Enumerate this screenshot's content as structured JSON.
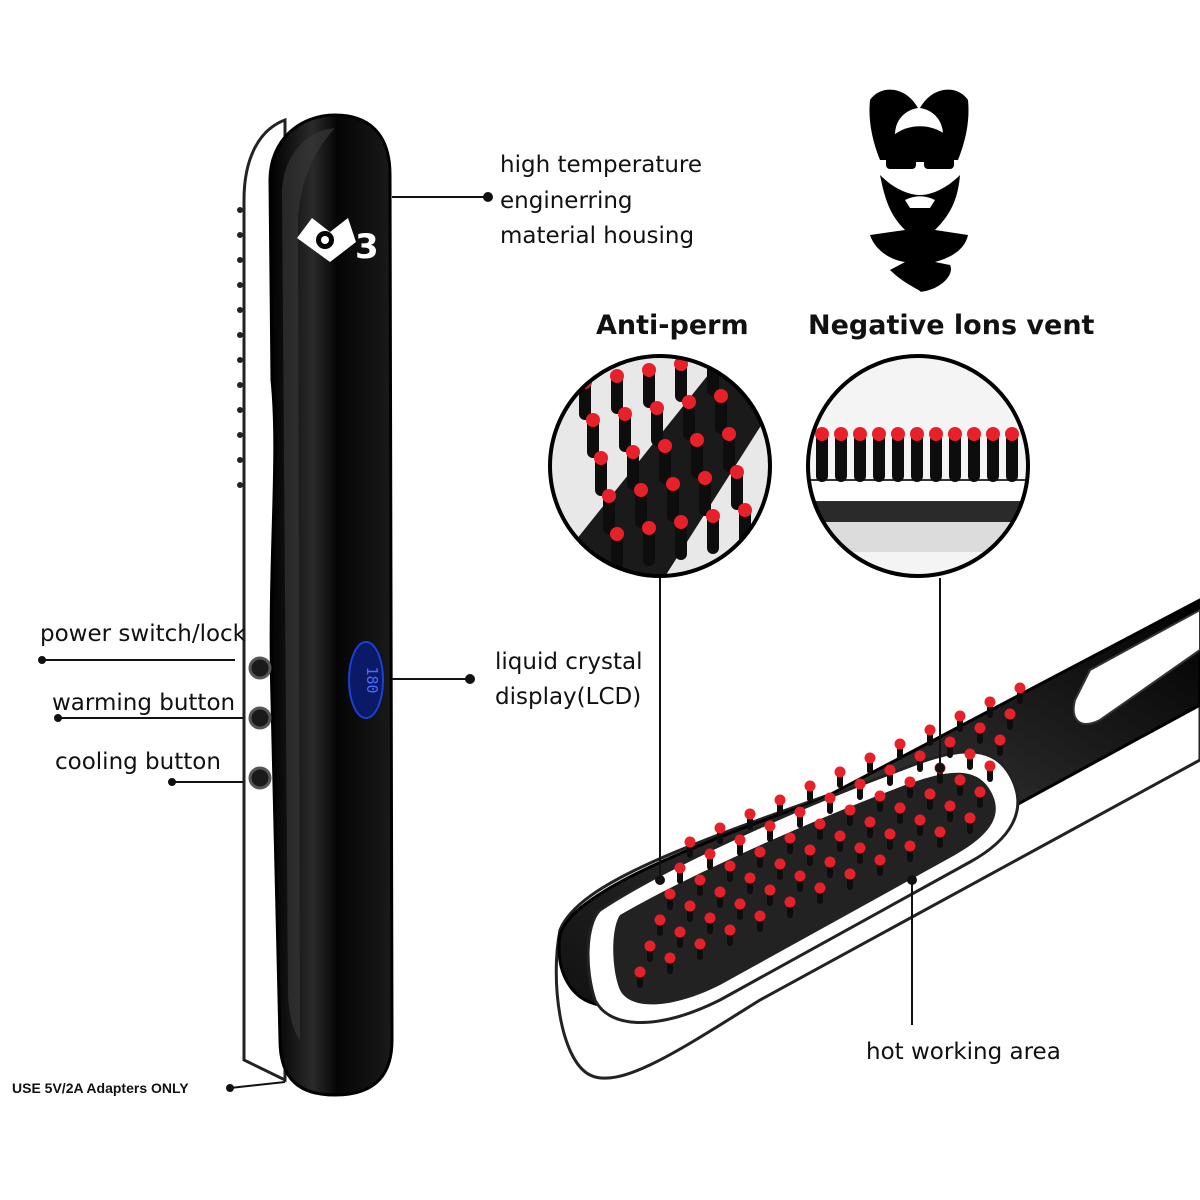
{
  "labels": {
    "housing": [
      "high temperature",
      "enginerring",
      "material housing"
    ],
    "lcd": [
      "liquid crystal",
      "display(LCD)"
    ],
    "power": "power switch/lock",
    "warming": "warming button",
    "cooling": "cooling button",
    "adapter": "USE 5V/2A Adapters ONLY",
    "anti_perm": "Anti-perm",
    "negative_ions": "Negative lons vent",
    "hot_area": "hot working area"
  },
  "lcd_readout": "180",
  "colors": {
    "body": "#0a0a0a",
    "bristle_tip": "#e8202a",
    "accent_white": "#ffffff",
    "lcd_blue": "#1c3fd6"
  },
  "icons": [
    "viking-beard-logo-icon",
    "brand-logo-icon"
  ]
}
